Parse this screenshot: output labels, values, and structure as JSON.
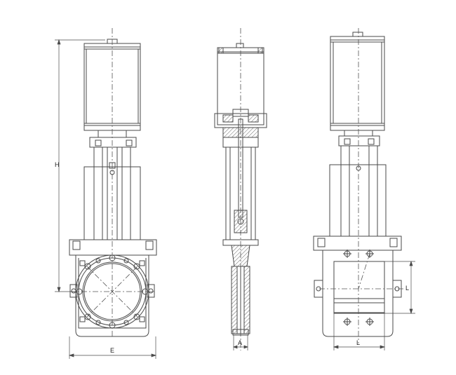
{
  "dimensions": {
    "height_label": "H",
    "width_label": "E",
    "center_width_label": "A",
    "port_label_bottom": "L",
    "port_label_side": "L"
  },
  "colors": {
    "line": "#4a4a4a",
    "hatch": "#6a6a6a",
    "center_line": "#555555"
  }
}
